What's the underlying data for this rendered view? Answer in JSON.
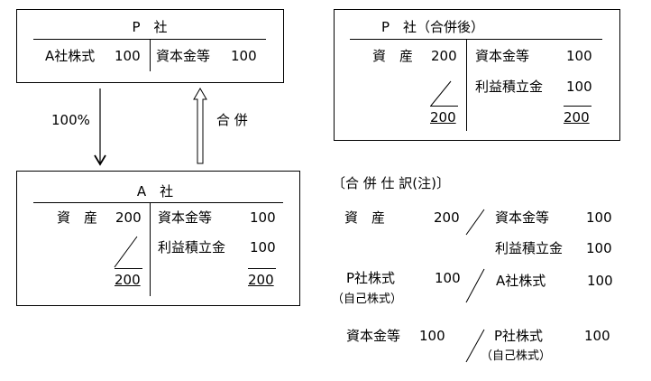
{
  "p_box": {
    "title": "P　社",
    "left": [
      {
        "label": "A社株式",
        "amount": "100"
      }
    ],
    "right": [
      {
        "label": "資本金等",
        "amount": "100"
      }
    ]
  },
  "arrows": {
    "ownership": "100%",
    "merger": "合 併"
  },
  "a_box": {
    "title": "A　社",
    "left": {
      "label": "資　産",
      "amount": "200",
      "total": "200"
    },
    "right": [
      {
        "label": "資本金等",
        "amount": "100"
      },
      {
        "label": "利益積立金",
        "amount": "100"
      }
    ],
    "right_total": "200"
  },
  "merged_box": {
    "title": "P　社（合併後）",
    "left": {
      "label": "資　産",
      "amount": "200",
      "total": "200"
    },
    "right": [
      {
        "label": "資本金等",
        "amount": "100"
      },
      {
        "label": "利益積立金",
        "amount": "100"
      }
    ],
    "right_total": "200"
  },
  "journal": {
    "title": "〔合 併 仕 訳(注)〕",
    "entries": [
      {
        "debit": "資　産",
        "debit_amount": "200",
        "credit": [
          "資本金等",
          "利益積立金"
        ],
        "credit_amounts": [
          "100",
          "100"
        ]
      },
      {
        "debit": "P社株式",
        "debit_note": "（自己株式）",
        "debit_amount": "100",
        "credit": "A社株式",
        "credit_amount": "100"
      },
      {
        "debit": "資本金等",
        "debit_amount": "100",
        "credit": "P社株式",
        "credit_note": "（自己株式）",
        "credit_amount": "100"
      }
    ]
  }
}
